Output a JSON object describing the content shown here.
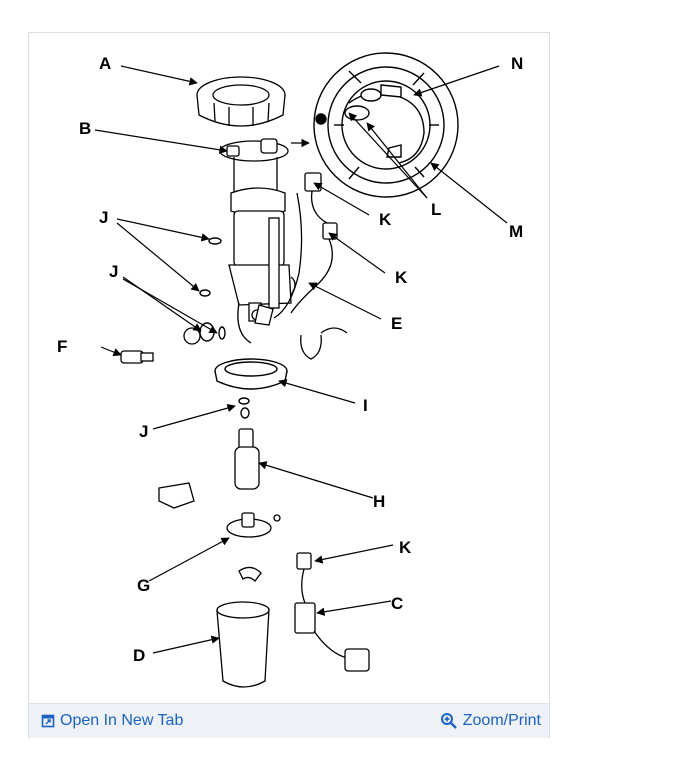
{
  "diagram": {
    "labels": {
      "A": "A",
      "B": "B",
      "C": "C",
      "D": "D",
      "E": "E",
      "F": "F",
      "G": "G",
      "H": "H",
      "I": "I",
      "J": "J",
      "K": "K",
      "L": "L",
      "M": "M",
      "N": "N"
    }
  },
  "footer": {
    "open_new_tab": "Open In New Tab",
    "zoom_print": "Zoom/Print"
  },
  "colors": {
    "link": "#1b62c4",
    "footer_bg": "#eef1f5"
  },
  "icons": {
    "open": "open-new-tab-icon",
    "zoom": "zoom-icon"
  }
}
